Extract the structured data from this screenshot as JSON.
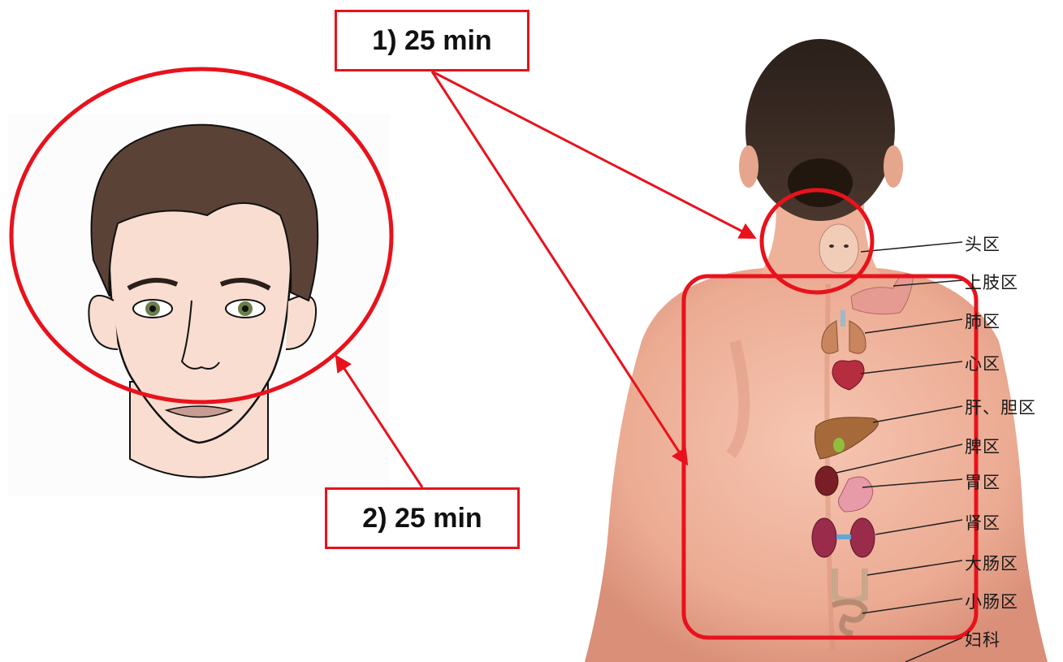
{
  "callouts": {
    "step1": "1) 25 min",
    "step2": "2) 25 min"
  },
  "zones": [
    {
      "id": "head",
      "label": "头区",
      "icon": "head-icon"
    },
    {
      "id": "upper-limb",
      "label": "上肢区",
      "icon": "arm-icon"
    },
    {
      "id": "lung",
      "label": "肺区",
      "icon": "lungs-icon"
    },
    {
      "id": "heart",
      "label": "心区",
      "icon": "heart-icon"
    },
    {
      "id": "liver-gallbladder",
      "label": "肝、胆区",
      "icon": "liver-icon"
    },
    {
      "id": "spleen",
      "label": "脾区",
      "icon": "spleen-icon"
    },
    {
      "id": "stomach",
      "label": "胃区",
      "icon": "stomach-icon"
    },
    {
      "id": "kidney",
      "label": "肾区",
      "icon": "kidneys-icon"
    },
    {
      "id": "large-intestine",
      "label": "大肠区",
      "icon": "large-intestine-icon"
    },
    {
      "id": "small-intestine",
      "label": "小肠区",
      "icon": "small-intestine-icon"
    },
    {
      "id": "gynecology",
      "label": "妇科",
      "icon": "gynecology-icon"
    }
  ],
  "colors": {
    "highlight": "#e8121c",
    "skin": "#f2b9a3",
    "hair": "#3a2a22",
    "face_skin": "#f8ddd0",
    "face_hair": "#5a4236"
  }
}
